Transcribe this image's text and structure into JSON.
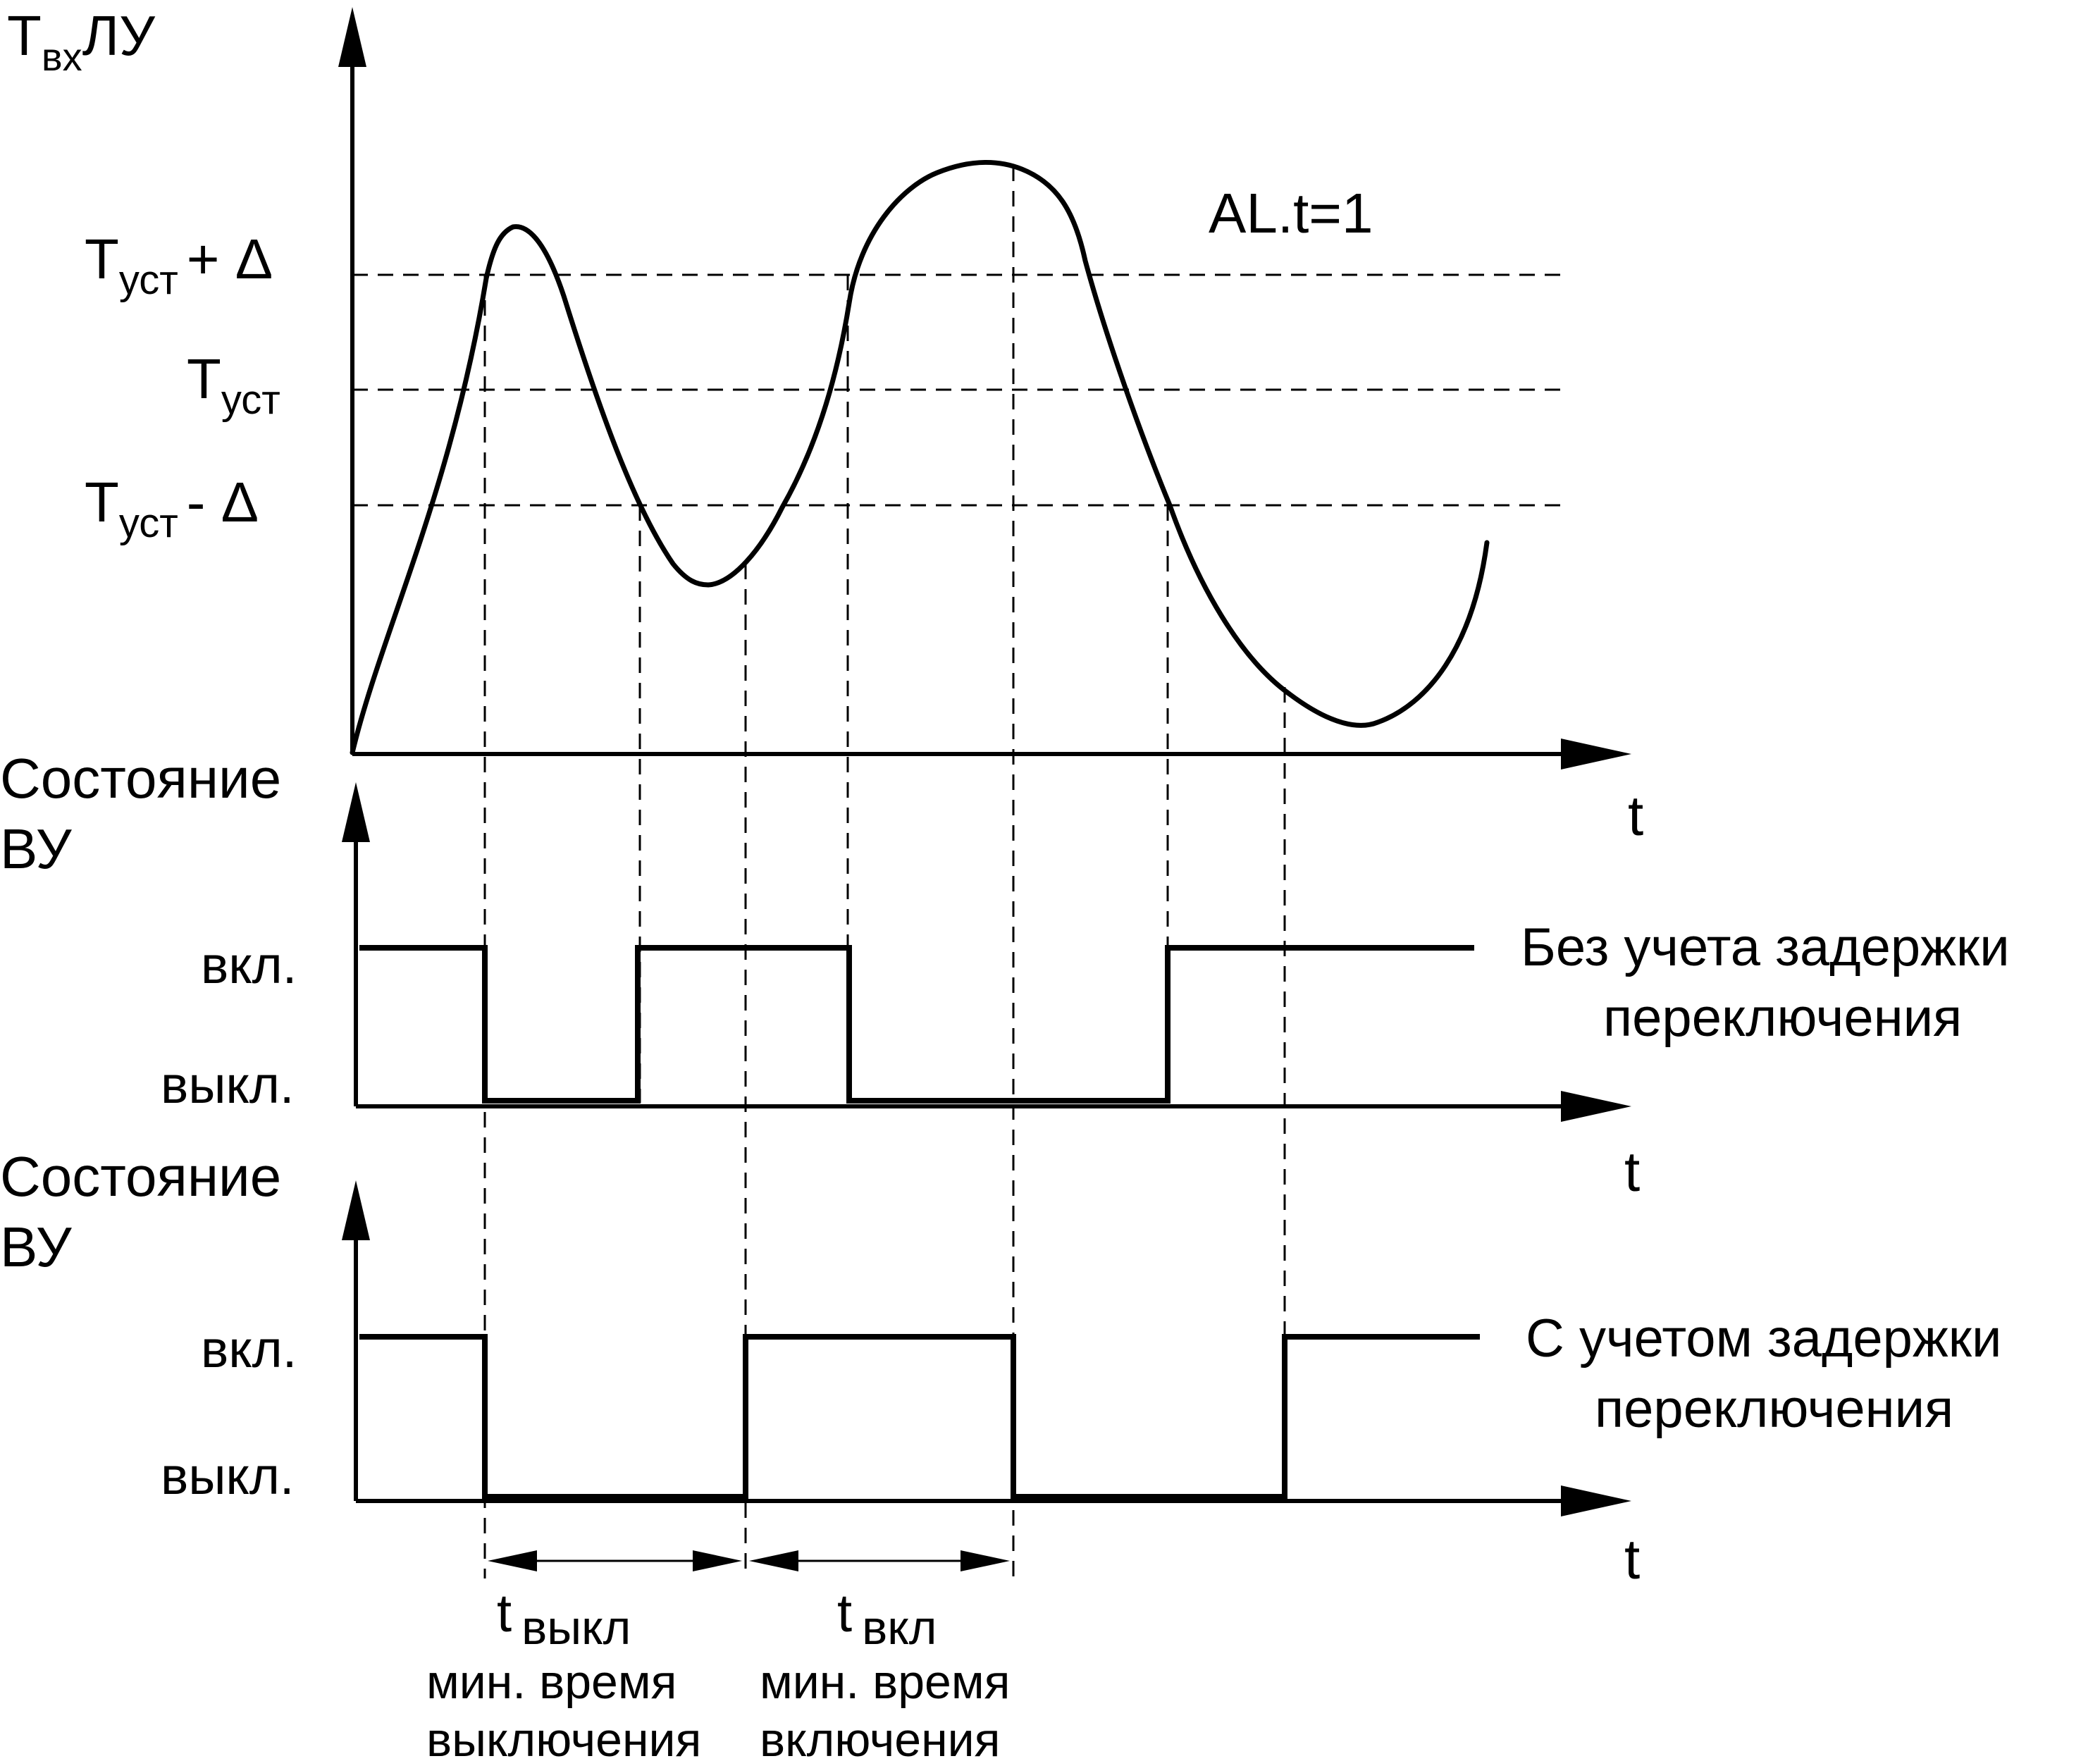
{
  "top_axis": {
    "ylabel_main": "T",
    "ylabel_sub": "вх",
    "ylabel_tail": "ЛУ",
    "xlabel": "t"
  },
  "levels": [
    {
      "main": "T",
      "sub": "уст",
      "tail": "+ Δ"
    },
    {
      "main": "T",
      "sub": "уст",
      "tail": ""
    },
    {
      "main": "T",
      "sub": "уст",
      "tail": "- Δ"
    }
  ],
  "alarm_label": "AL.t=1",
  "panels": [
    {
      "title_line1": "Состояние",
      "title_line2": "ВУ",
      "on_label": "вкл.",
      "off_label": "выкл.",
      "xlabel": "t",
      "caption_line1": "Без учета задержки",
      "caption_line2": "переключения"
    },
    {
      "title_line1": "Состояние",
      "title_line2": "ВУ",
      "on_label": "вкл.",
      "off_label": "выкл.",
      "xlabel": "t",
      "caption_line1": "С учетом задержки",
      "caption_line2": "переключения"
    }
  ],
  "intervals": [
    {
      "symbol": "t",
      "sub": "выкл",
      "line1": "мин. время",
      "line2": "выключения"
    },
    {
      "symbol": "t",
      "sub": "вкл",
      "line1": "мин. время",
      "line2": "включения"
    }
  ]
}
